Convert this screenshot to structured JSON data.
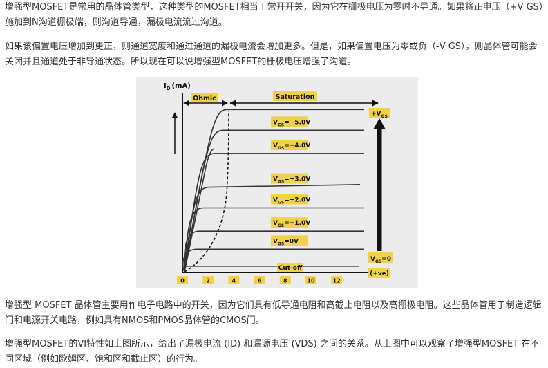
{
  "paragraphs": [
    "增强型MOSFET是常用的晶体管类型，这种类型的MOSFET相当于常开开关，因为它在栅极电压为零时不导通。如果将正电压（+V GS）施加到N沟道栅极端，则沟道导通，漏极电流流过沟道。",
    "如果该偏置电压增加到更正，则通道宽度和通过通道的漏极电流会增加更多。但是，如果偏置电压为零或负（-V GS），则晶体管可能会关闭并且通道处于非导通状态。所以现在可以说增强型MOSFET的栅极电压增强了沟道。",
    "增强型 MOSFET 晶体管主要用作电子电路中的开关，因为它们具有低导通电阻和高截止电阻以及高栅极电阻。这些晶体管用于制造逻辑门和电源开关电路，例如具有NMOS和PMOS晶体管的CMOS门。",
    "增强型MOSFET的VI特性如上图所示，给出了漏极电流 (ID) 和漏源电压 (VDS) 之间的关系。从上图中可以观察了增强型MOSFET 在不同区域（例如欧姆区、饱和区和截止区）的行为。"
  ],
  "chart_data": {
    "type": "line",
    "ylabel": {
      "main": "I",
      "sub": "D",
      "unit": "(mA)"
    },
    "x_ticks": [
      "0",
      "2",
      "4",
      "6",
      "8",
      "10",
      "12"
    ],
    "x_unit": "(+ve)",
    "regions": {
      "ohmic": "Ohmic",
      "saturation": "Saturation",
      "cutoff": "Cut-off"
    },
    "series": [
      {
        "prefix": "V",
        "sub": "GS",
        "value": "=+5.0V",
        "id_mA": 5.5
      },
      {
        "prefix": "V",
        "sub": "GS",
        "value": "=+4.0V",
        "id_mA": 4.6
      },
      {
        "prefix": "V",
        "sub": "GS",
        "value": "=+3.0V",
        "id_mA": 3.3
      },
      {
        "prefix": "V",
        "sub": "GS",
        "value": "=+2.0V",
        "id_mA": 2.5
      },
      {
        "prefix": "V",
        "sub": "GS",
        "value": "=+1.0V",
        "id_mA": 1.6
      },
      {
        "prefix": "V",
        "sub": "GS",
        "value": "=0V",
        "id_mA": 0.9
      }
    ],
    "top_curve_id_mA": 6.3,
    "gate_arrow": {
      "top": {
        "prefix": "+V",
        "sub": "GS",
        "value": ""
      },
      "bottom": {
        "prefix": "V",
        "sub": "GS",
        "value": "=0"
      }
    }
  }
}
